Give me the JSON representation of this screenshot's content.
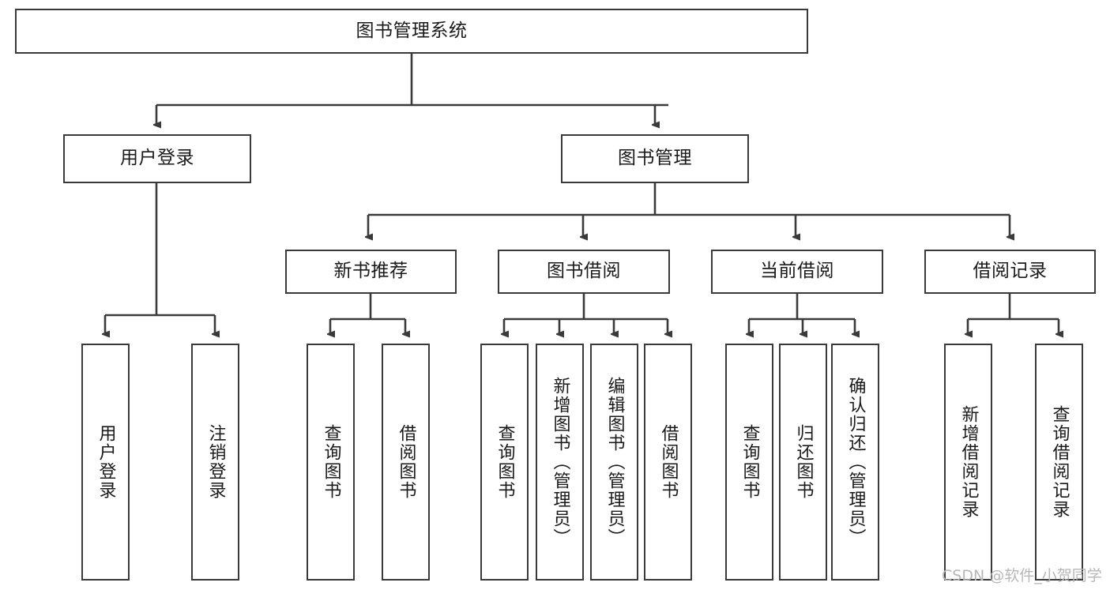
{
  "diagram": {
    "title": "图书管理系统",
    "watermark": "CSDN @软件_小贺同学",
    "style": {
      "border_color": "#3a3a3a",
      "background": "#ffffff",
      "text_color": "#1a1a1a",
      "watermark_color": "#b7b7b7"
    },
    "nodes": {
      "root": {
        "label": "图书管理系统"
      },
      "level2": [
        {
          "id": "user-login",
          "label": "用户登录"
        },
        {
          "id": "book-management",
          "label": "图书管理"
        }
      ],
      "level3": [
        {
          "id": "new-book-recommend",
          "label": "新书推荐"
        },
        {
          "id": "book-borrow",
          "label": "图书借阅"
        },
        {
          "id": "current-borrow",
          "label": "当前借阅"
        },
        {
          "id": "borrow-record",
          "label": "借阅记录"
        }
      ],
      "leaves": {
        "user_login": [
          {
            "id": "leaf-user-login",
            "label": "用户登录"
          },
          {
            "id": "leaf-logout-login",
            "label": "注销登录"
          }
        ],
        "new_book_recommend": [
          {
            "id": "leaf-query-book-1",
            "label": "查询图书"
          },
          {
            "id": "leaf-borrow-book-1",
            "label": "借阅图书"
          }
        ],
        "book_borrow": [
          {
            "id": "leaf-query-book-2",
            "label": "查询图书"
          },
          {
            "id": "leaf-add-book",
            "label": "新增图书（管理员）"
          },
          {
            "id": "leaf-edit-book",
            "label": "编辑图书（管理员）"
          },
          {
            "id": "leaf-borrow-book-2",
            "label": "借阅图书"
          }
        ],
        "current_borrow": [
          {
            "id": "leaf-query-book-3",
            "label": "查询图书"
          },
          {
            "id": "leaf-return-book",
            "label": "归还图书"
          },
          {
            "id": "leaf-confirm-return",
            "label": "确认归还（管理员）"
          }
        ],
        "borrow_record": [
          {
            "id": "leaf-add-record",
            "label": "新增借阅记录"
          },
          {
            "id": "leaf-query-record",
            "label": "查询借阅记录"
          }
        ]
      }
    }
  }
}
